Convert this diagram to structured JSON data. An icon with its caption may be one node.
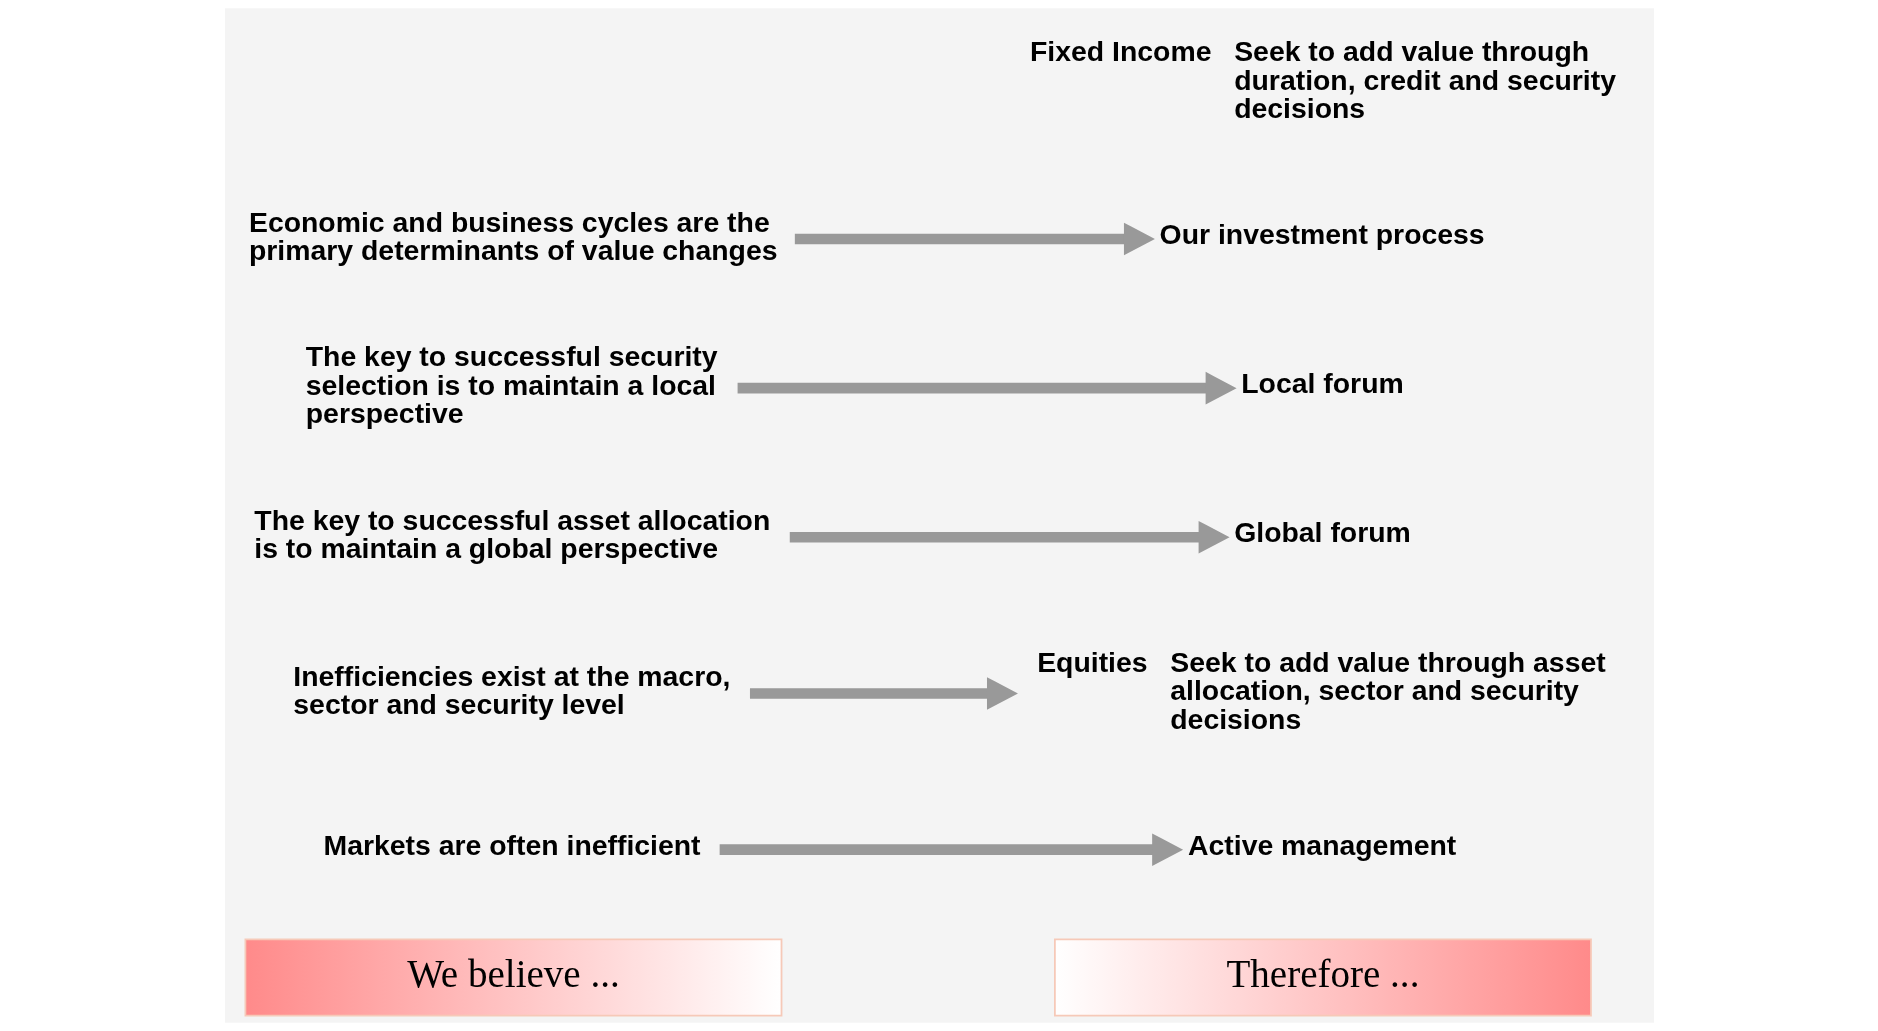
{
  "diagram": {
    "nodes": [
      {
        "text": [
          "We believe ..."
        ]
      },
      {
        "text": [
          "Therefore ..."
        ]
      },
      {
        "text": [
          "Markets are often inefficient"
        ]
      },
      {
        "text": [
          "Inefficiencies exist at the macro, sector and security level"
        ]
      },
      {
        "text": [
          "The key to successful asset allocation is to maintain a global perspective"
        ]
      },
      {
        "text": [
          "The key to successful security selection is to maintain a local perspective"
        ]
      },
      {
        "text": [
          "Economic and business cycles are the primary determinants of value changes"
        ]
      },
      {
        "text": [
          "Active management"
        ]
      },
      {
        "text": [
          "Equities"
        ],
        "beside": [
          "Seek to add value through asset allocation, sector and security decisions"
        ]
      },
      {
        "text": [
          "Global forum"
        ]
      },
      {
        "text": [
          "Local forum"
        ]
      },
      {
        "text": [
          "Our investment process"
        ]
      }
    ],
    "edges": [
      {
        "from": 2,
        "to": 7,
        "arrow": "to"
      },
      {
        "from": 3,
        "to": 8,
        "arrow": "to"
      },
      {
        "from": 4,
        "to": 9,
        "arrow": "to"
      },
      {
        "from": 5,
        "to": 10,
        "arrow": "to"
      },
      {
        "from": 6,
        "to": 11,
        "arrow": "to"
      }
    ],
    "labels": [
      "Fixed Income",
      "Seek to add value through duration, credit and security decisions"
    ]
  }
}
